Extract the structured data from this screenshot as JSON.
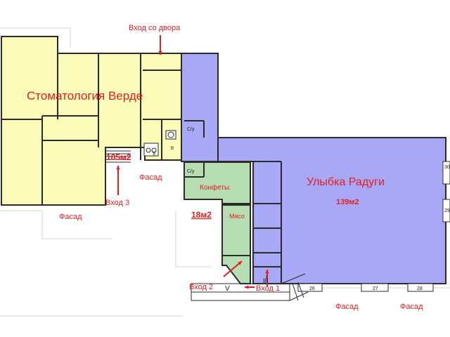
{
  "colors": {
    "yellow_zone": "#fbfbb9",
    "blue_zone": "#a8a8f7",
    "green_zone": "#b7ddb2",
    "wall": "#2b2b2b",
    "label_red": "#e02020",
    "arrow_red": "#e02020",
    "label_dark": "#1a1a1a"
  },
  "zones": {
    "dentistry": {
      "title": "Стоматология Верде",
      "area": "105м2"
    },
    "smile": {
      "title": "Улыбка Радуги",
      "area": "139м2"
    },
    "shop": {
      "area": "18м2"
    }
  },
  "rooms": {
    "wc_top": "С/у",
    "wc_green": "С/у",
    "candy": "Конфеты",
    "meat": "Мясо",
    "num_8": "8",
    "num_9": "9",
    "roman_1": "I",
    "roman_3": "III",
    "roman_5": "V"
  },
  "entrances": {
    "yard": "Вход со двора",
    "e1": "Вход 1",
    "e2": "Вход 2",
    "e3": "Вход 3"
  },
  "facades": {
    "f_left": "Фасад",
    "f_mid": "Фасад",
    "f_right1": "Фасад",
    "f_right2": "Фасад"
  },
  "windows": {
    "w26": "26",
    "w27": "27",
    "w28": "28",
    "edge_top": "30",
    "edge_bottom": "29"
  }
}
